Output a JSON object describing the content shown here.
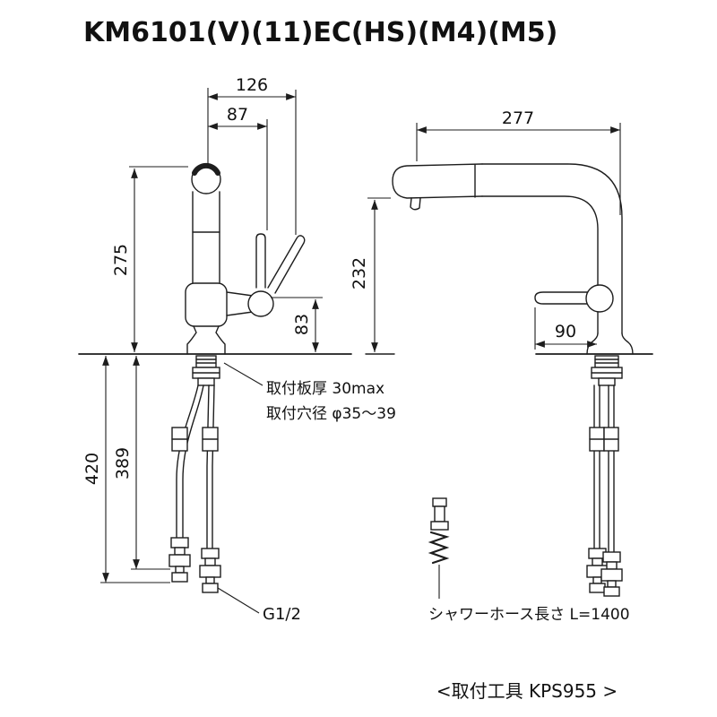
{
  "title": "KM6101(V)(11)EC(HS)(M4)(M5)",
  "dims": {
    "d126": "126",
    "d87": "87",
    "d275": "275",
    "d83": "83",
    "d420": "420",
    "d389": "389",
    "d277": "277",
    "d232": "232",
    "d90": "90"
  },
  "labels": {
    "plate": "取付板厚 30max",
    "hole": "取付穴径 φ35〜39",
    "thread": "G1/2",
    "shower": "シャワーホース長さ L=1400",
    "tool": "<取付工具 KPS955 >"
  },
  "colors": {
    "line": "#1d1d1d",
    "background": "#ffffff"
  }
}
